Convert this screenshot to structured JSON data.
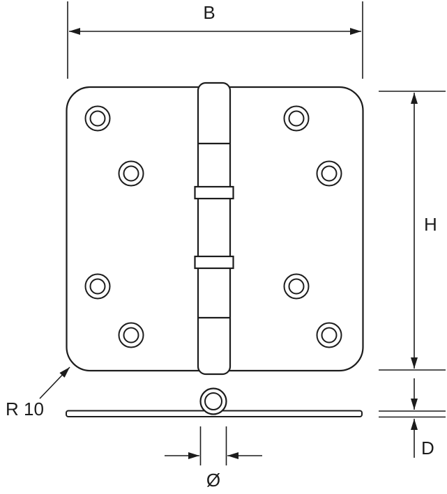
{
  "diagram": {
    "subject": "radius-corner butt hinge technical dimension drawing, front view and edge view",
    "labels": {
      "width": "B",
      "height": "H",
      "corner_radius": "R 10",
      "thickness": "D",
      "pin_diameter": "Ø"
    },
    "colors": {
      "line": "#1c1c1c",
      "background": "#ffffff"
    },
    "screw_holes_per_leaf": 4
  }
}
